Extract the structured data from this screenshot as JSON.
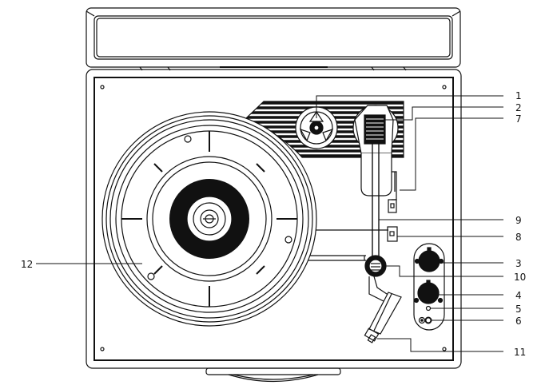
{
  "callouts": {
    "c1": "1",
    "c2": "2",
    "c3": "3",
    "c4": "4",
    "c5": "5",
    "c6": "6",
    "c7": "7",
    "c8": "8",
    "c9": "9",
    "c10": "10",
    "c11": "11",
    "c12": "12"
  },
  "colors": {
    "stroke": "#111111",
    "fill_dark": "#111111",
    "background": "#ffffff"
  },
  "icons": [
    "turntable-lid",
    "turntable-platter",
    "record-label",
    "speed-adapter",
    "tonearm",
    "cartridge",
    "volume-knob",
    "power-knob",
    "indicator-light",
    "headphone-jack",
    "speaker-grille",
    "handle"
  ]
}
